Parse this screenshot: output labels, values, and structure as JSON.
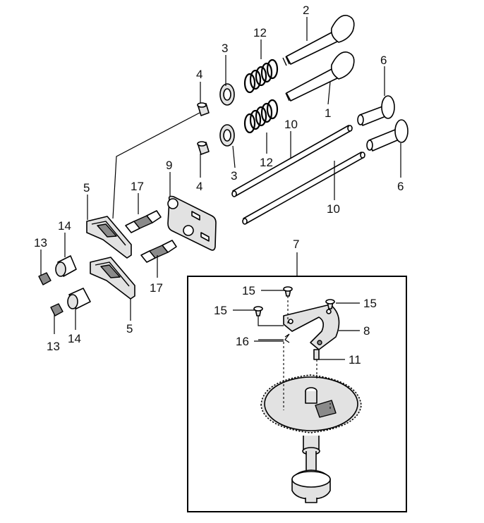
{
  "callouts": {
    "c1": "1",
    "c2": "2",
    "c3a": "3",
    "c3b": "3",
    "c4a": "4",
    "c4b": "4",
    "c5a": "5",
    "c5b": "5",
    "c6a": "6",
    "c6b": "6",
    "c7": "7",
    "c8": "8",
    "c9": "9",
    "c10a": "10",
    "c10b": "10",
    "c11": "11",
    "c12a": "12",
    "c12b": "12",
    "c13a": "13",
    "c13b": "13",
    "c14a": "14",
    "c14b": "14",
    "c15a": "15",
    "c15b": "15",
    "c15c": "15",
    "c16": "16",
    "c17a": "17",
    "c17b": "17"
  }
}
